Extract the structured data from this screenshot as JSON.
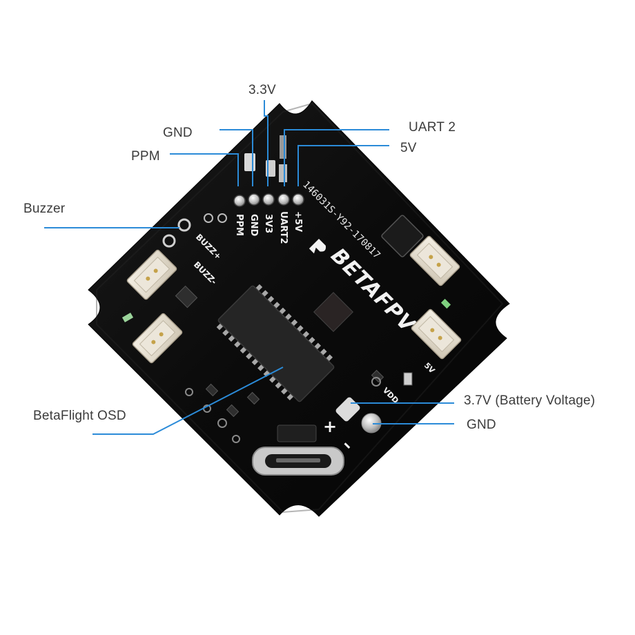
{
  "callouts": {
    "v33": "3.3V",
    "gnd_top": "GND",
    "ppm": "PPM",
    "uart2": "UART 2",
    "v5": "5V",
    "buzzer": "Buzzer",
    "osd": "BetaFlight OSD",
    "battery": "3.7V (Battery Voltage)",
    "gnd_bottom": "GND"
  },
  "board": {
    "pad_labels": [
      "PPM",
      "GND",
      "3V3",
      "UART2",
      "+5V"
    ],
    "serial": "146031S-Y92-170817",
    "brand": "BETAFPV",
    "buzz_plus": "BUZZ+",
    "buzz_minus": "BUZZ-",
    "plus_mark": "+",
    "minus_mark": "–",
    "vdd_label": "VDD",
    "pad_5v": "5V"
  },
  "colors": {
    "board": "#0c0c0c",
    "leader_line": "#2b8bd8",
    "callout_text": "#3b3b3b",
    "silkscreen": "#f2f2f2",
    "connector": "#e8e2d6"
  }
}
